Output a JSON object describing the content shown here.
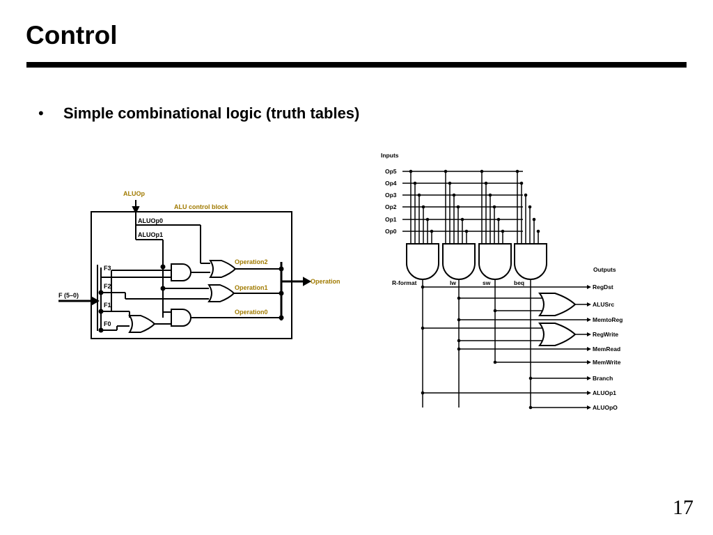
{
  "slide": {
    "title": "Control",
    "bullet": "Simple combinational logic (truth tables)",
    "page_number": "17"
  },
  "alu_control": {
    "aluop_label": "ALUOp",
    "block_label": "ALU control block",
    "aluop0": "ALUOp0",
    "aluop1": "ALUOp1",
    "function_field": "F (5–0)",
    "f_labels": [
      "F3",
      "F2",
      "F1",
      "F0"
    ],
    "op2": "Operation2",
    "op1": "Operation1",
    "op0": "Operation0",
    "output": "Operation"
  },
  "main_control": {
    "inputs_title": "Inputs",
    "inputs": [
      "Op5",
      "Op4",
      "Op3",
      "Op2",
      "Op1",
      "Op0"
    ],
    "decoders": [
      "R-format",
      "lw",
      "sw",
      "beq"
    ],
    "outputs_title": "Outputs",
    "outputs": [
      "RegDst",
      "ALUSrc",
      "MemtoReg",
      "RegWrite",
      "MemRead",
      "MemWrite",
      "Branch",
      "ALUOp1",
      "ALUOpO"
    ]
  },
  "colors": {
    "accent_label": "#a07a00",
    "ink": "#000000"
  }
}
